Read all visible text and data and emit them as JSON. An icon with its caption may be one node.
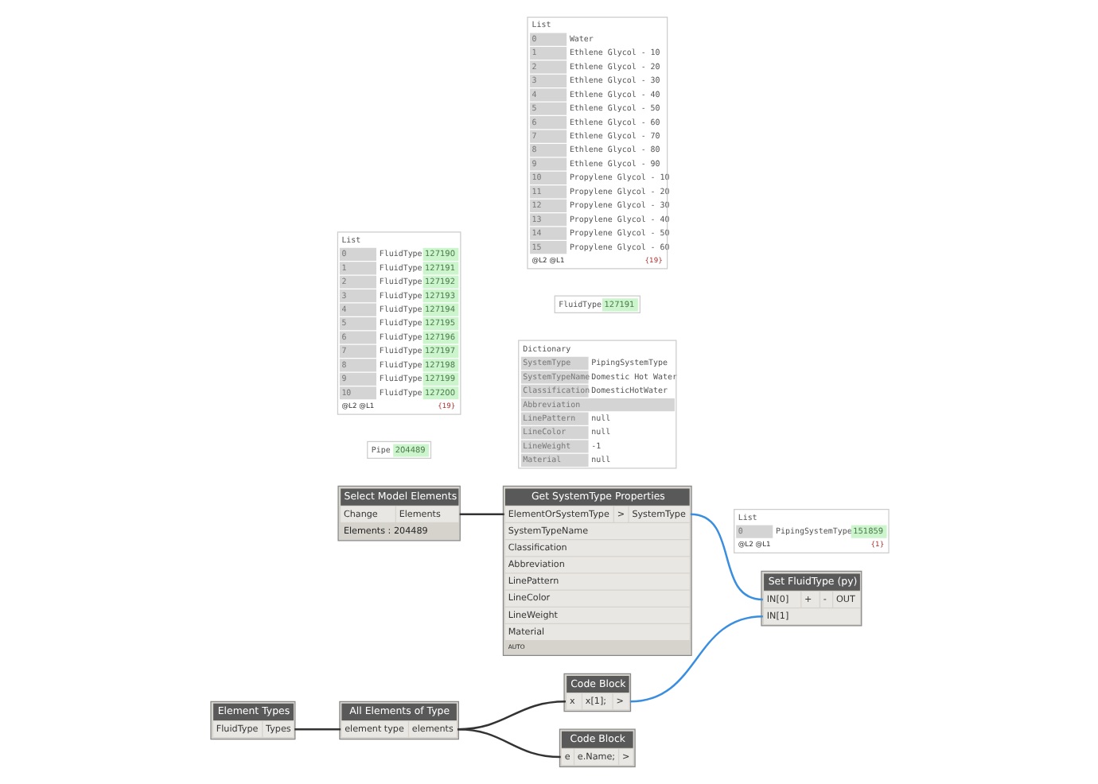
{
  "diagram": {
    "nodes": [
      {
        "text": [
          "Select Model Elements",
          "Change",
          "Elements",
          "Elements : 204489"
        ]
      },
      {
        "text": [
          "Pipe",
          "204489"
        ]
      },
      {
        "text": [
          "Get SystemType Properties",
          "ElementOrSystemType",
          ">",
          "SystemType",
          "SystemTypeName",
          "Classification",
          "Abbreviation",
          "LinePattern",
          "LineColor",
          "LineWeight",
          "Material",
          "AUTO"
        ]
      },
      {
        "text": [
          "Dictionary",
          "SystemType",
          "PipingSystemType",
          "SystemTypeName",
          "Domestic Hot Water",
          "Classification",
          "DomesticHotWater",
          "Abbreviation",
          "LinePattern",
          "null",
          "LineColor",
          "null",
          "LineWeight",
          "-1",
          "Material",
          "null"
        ]
      },
      {
        "text": [
          "Set FluidType (py)",
          "IN[0]",
          "+",
          "-",
          "OUT",
          "IN[1]"
        ]
      },
      {
        "text": [
          "List",
          "0",
          "PipingSystemType",
          "151859",
          "@L2 @L1",
          "{1}"
        ]
      },
      {
        "text": [
          "Element Types",
          "FluidType",
          "Types"
        ]
      },
      {
        "text": [
          "All Elements of Type",
          "element type",
          "elements"
        ]
      },
      {
        "text": [
          "List",
          "0",
          "FluidType",
          "127190",
          "1",
          "FluidType",
          "127191",
          "2",
          "FluidType",
          "127192",
          "3",
          "FluidType",
          "127193",
          "4",
          "FluidType",
          "127194",
          "5",
          "FluidType",
          "127195",
          "6",
          "FluidType",
          "127196",
          "7",
          "FluidType",
          "127197",
          "8",
          "FluidType",
          "127198",
          "9",
          "FluidType",
          "127199",
          "10",
          "FluidType",
          "127200",
          "@L2 @L1",
          "{19}"
        ]
      },
      {
        "text": [
          "Code Block",
          "x",
          "x[1];",
          ">"
        ]
      },
      {
        "text": [
          "FluidType",
          "127191"
        ]
      },
      {
        "text": [
          "Code Block",
          "e",
          "e.Name;",
          ">"
        ]
      },
      {
        "text": [
          "List",
          "0",
          "Water",
          "1",
          "Ethlene Glycol - 10",
          "2",
          "Ethlene Glycol - 20",
          "3",
          "Ethlene Glycol - 30",
          "4",
          "Ethlene Glycol - 40",
          "5",
          "Ethlene Glycol - 50",
          "6",
          "Ethlene Glycol - 60",
          "7",
          "Ethlene Glycol - 70",
          "8",
          "Ethlene Glycol - 80",
          "9",
          "Ethlene Glycol - 90",
          "10",
          "Propylene Glycol - 10",
          "11",
          "Propylene Glycol - 20",
          "12",
          "Propylene Glycol - 30",
          "13",
          "Propylene Glycol - 40",
          "14",
          "Propylene Glycol - 50",
          "15",
          "Propylene Glycol - 60",
          "@L2 @L1",
          "{19}"
        ]
      }
    ],
    "edges": [
      {
        "from": 0,
        "to": 2,
        "arrow": "none"
      },
      {
        "from": 2,
        "to": 4,
        "arrow": "none",
        "color": "#3a8ee0"
      },
      {
        "from": 6,
        "to": 7,
        "arrow": "none"
      },
      {
        "from": 7,
        "to": 9,
        "arrow": "none"
      },
      {
        "from": 7,
        "to": 11,
        "arrow": "none"
      },
      {
        "from": 9,
        "to": 4,
        "arrow": "none",
        "color": "#3a8ee0"
      }
    ]
  }
}
